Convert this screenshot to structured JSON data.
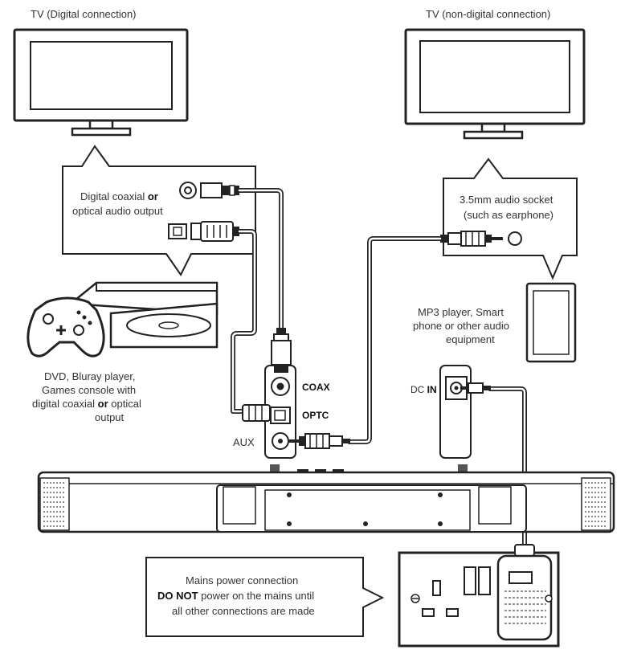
{
  "labels": {
    "tv_digital": "TV (Digital connection)",
    "tv_non_digital": "TV (non-digital connection)",
    "digital_output_line1_a": "Digital coaxial ",
    "digital_output_line1_b": "or",
    "digital_output_line2": "optical audio output",
    "dvd_line1": "DVD, Bluray player,",
    "dvd_line2": "Games console with",
    "dvd_line3_a": "digital coaxial ",
    "dvd_line3_b": "or",
    "dvd_line3_c": " optical",
    "dvd_line4": "output",
    "audio_socket_line1": "3.5mm audio socket",
    "audio_socket_line2": "(such as earphone)",
    "mp3_line1": "MP3 player, Smart",
    "mp3_line2": "phone or other audio",
    "mp3_line3": "equipment",
    "coax": "COAX",
    "optc": "OPTC",
    "aux": "AUX",
    "dc_a": "DC ",
    "dc_b": "IN",
    "mains_line1": "Mains power connection",
    "mains_line2_a": "DO NOT",
    "mains_line2_b": " power on the mains until",
    "mains_line3": "all other connections are made"
  },
  "colors": {
    "line": "#222222",
    "text": "#333333",
    "arrow": "#555555",
    "panel": "#f7f7f7",
    "grille": "#8a8a8a"
  }
}
